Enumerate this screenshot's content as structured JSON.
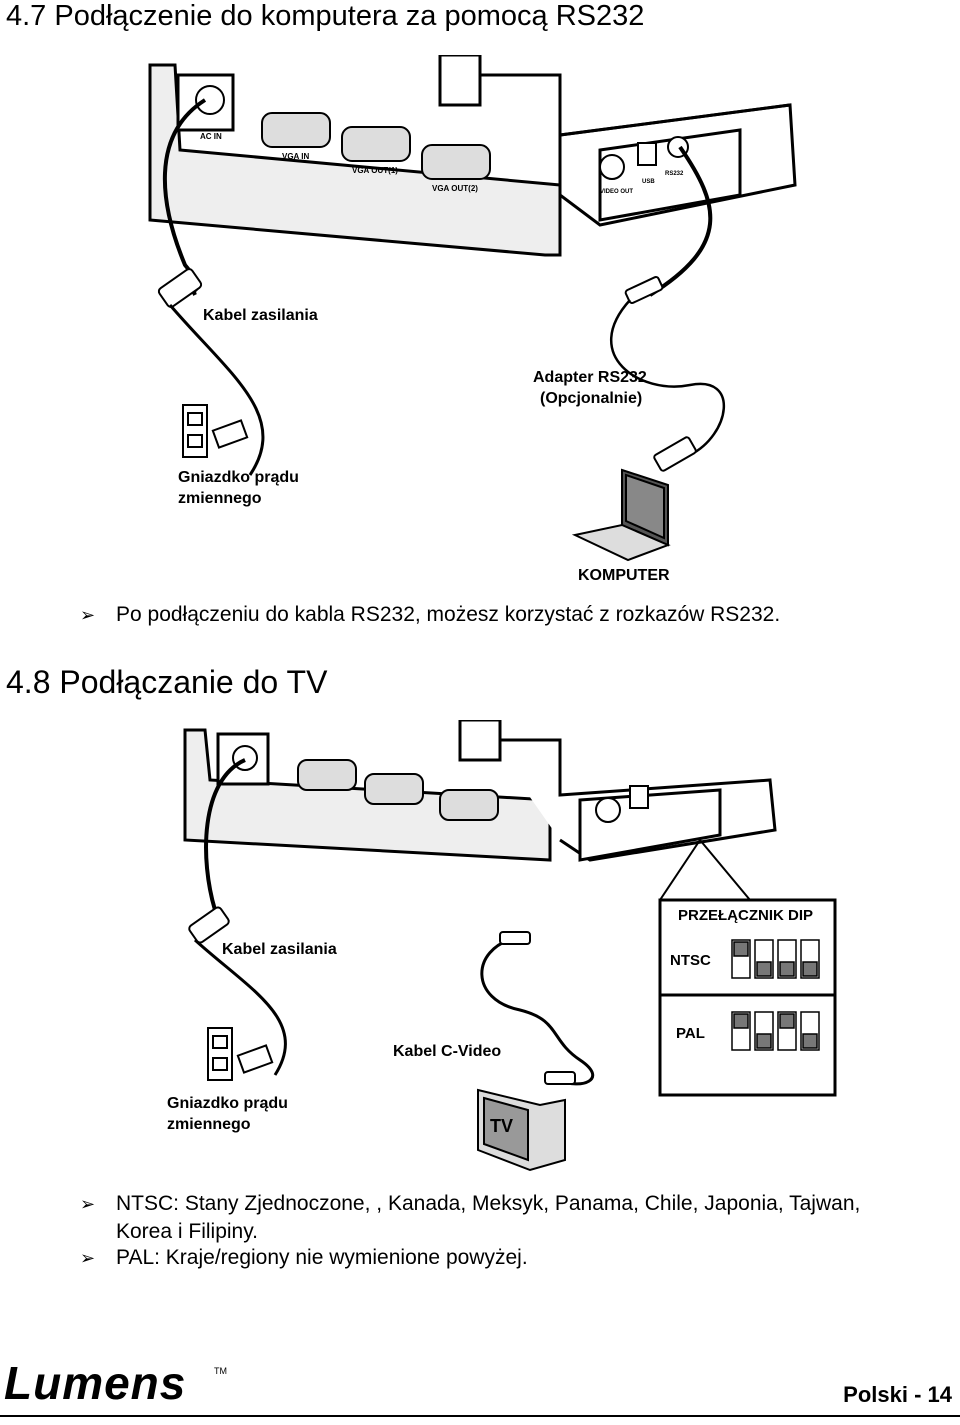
{
  "section1": {
    "heading": "4.7 Podłączenie do komputera za pomocą  RS232",
    "diagram_labels": {
      "ac_in": "AC IN",
      "vga_in": "VGA IN",
      "vga_out1": "VGA OUT(1)",
      "vga_out2": "VGA OUT(2)",
      "video_out": "VIDEO OUT",
      "usb": "USB",
      "rs232": "RS232"
    },
    "labels": {
      "power_cable": "Kabel zasilania",
      "adapter_line1": "Adapter RS232",
      "adapter_line2": "(Opcjonalnie)",
      "outlet_line1": "Gniazdko prądu",
      "outlet_line2": "zmiennego",
      "computer": "KOMPUTER"
    },
    "bullet": "Po podłączeniu do kabla RS232, możesz korzystać  z rozkazów RS232."
  },
  "section2": {
    "heading": "4.8 Podłączanie do TV",
    "labels": {
      "power_cable": "Kabel zasilania",
      "cvideo_cable": "Kabel C-Video",
      "outlet_line1": "Gniazdko prądu",
      "outlet_line2": "zmiennego",
      "tv": "TV",
      "dip_title": "PRZEŁĄCZNIK DIP",
      "ntsc": "NTSC",
      "pal": "PAL"
    },
    "bullets": [
      {
        "line1": "NTSC: Stany Zjednoczone, , Kanada, Meksyk, Panama, Chile, Japonia, Tajwan,",
        "line2": "Korea i Filipiny."
      },
      {
        "line1": "PAL: Kraje/regiony nie wymienione powyżej."
      }
    ]
  },
  "footer": {
    "logo": "Lumens",
    "trademark": "TM",
    "page": "Polski  -  14"
  },
  "bullet_marker": "➢"
}
